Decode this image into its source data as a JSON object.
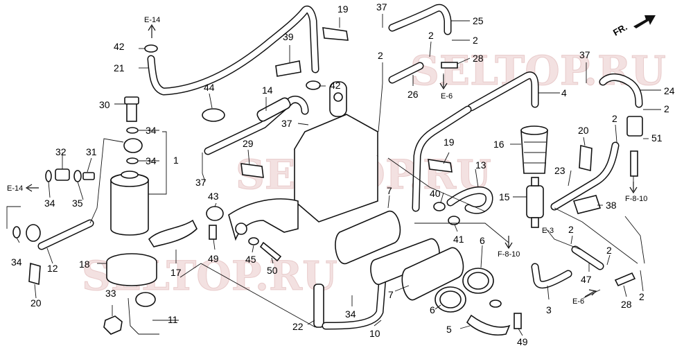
{
  "diagram": {
    "watermark": "SELTOP.RU",
    "direction_label": "FR.",
    "callouts": [
      "1",
      "2",
      "3",
      "4",
      "5",
      "6",
      "7",
      "10",
      "11",
      "12",
      "13",
      "14",
      "15",
      "16",
      "17",
      "18",
      "19",
      "20",
      "21",
      "22",
      "23",
      "24",
      "25",
      "26",
      "28",
      "29",
      "30",
      "31",
      "32",
      "33",
      "34",
      "35",
      "37",
      "38",
      "39",
      "40",
      "41",
      "42",
      "43",
      "44",
      "45",
      "47",
      "49",
      "50",
      "51"
    ],
    "references": [
      "E-14",
      "E-6",
      "E-3",
      "F-8-10"
    ]
  }
}
